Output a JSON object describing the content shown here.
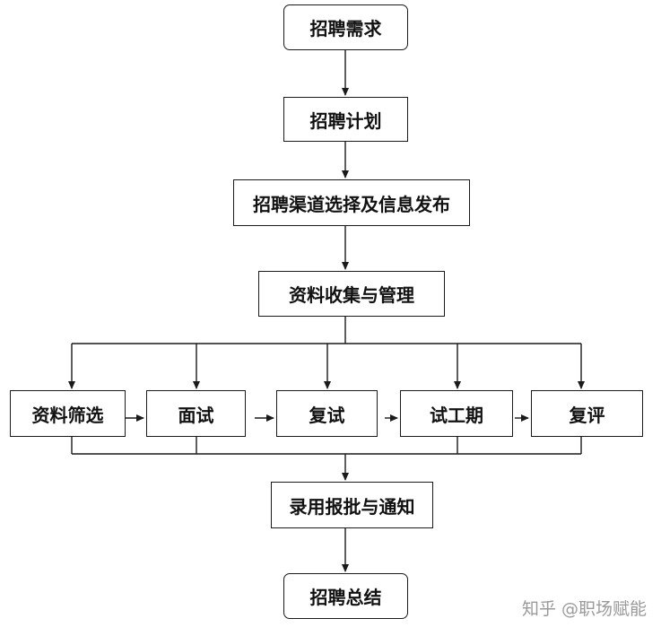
{
  "nodes": {
    "demand": "招聘需求",
    "plan": "招聘计划",
    "channel": "招聘渠道选择及信息发布",
    "collect": "资料收集与管理",
    "screen": "资料筛选",
    "interview": "面试",
    "reinterview": "复试",
    "probation": "试工期",
    "review": "复评",
    "approve": "录用报批与通知",
    "summary": "招聘总结"
  },
  "watermark": "知乎 @职场赋能",
  "colors": {
    "line": "#1a1a1a",
    "text": "#111111",
    "watermark": "#9a9a9a"
  }
}
